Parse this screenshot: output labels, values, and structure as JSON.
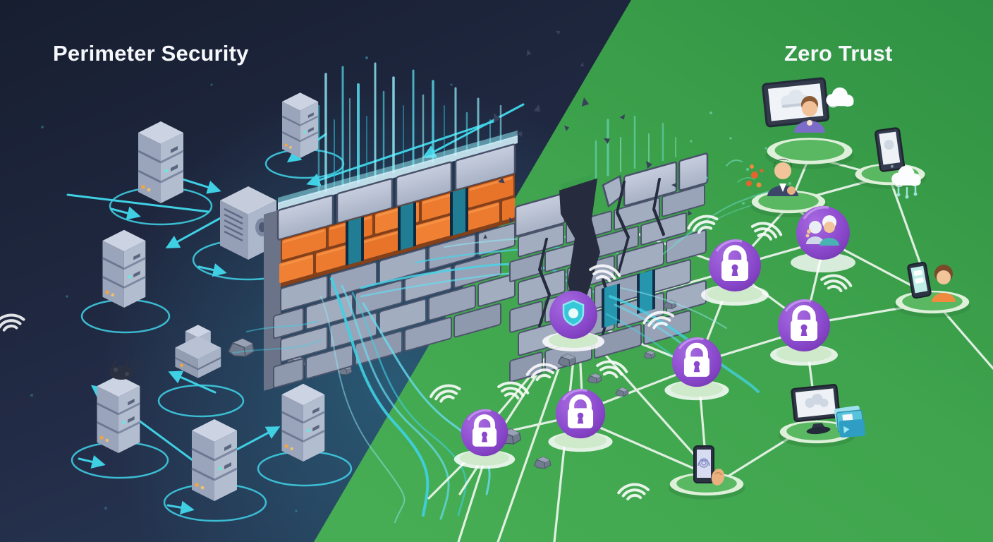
{
  "titles": {
    "left": "Perimeter Security",
    "right": "Zero Trust"
  },
  "colors": {
    "navy_bg": "#222b45",
    "navy_deep": "#171e30",
    "teal_glow": "#2e7b96",
    "green_bg": "#3fa44d",
    "green_dark": "#2f9143",
    "green_light": "#4bb258",
    "cyan": "#3fd0e4",
    "cyan_light": "#8feaf5",
    "white_line": "#eef6ee",
    "purple": "#8a49cc",
    "purple_light": "#a76ae0",
    "stone": "#a3adc0",
    "stone_dark": "#6a7388",
    "stone_light": "#d3dae8",
    "brick": "#ec7a2f",
    "brick_mortar": "#83401a",
    "platform_green": "#5ab862",
    "platform_ring": "#dff0da",
    "lock_glyph": "#ffffff",
    "title_text": "#f5f7fa",
    "spark_orange": "#e8622c"
  },
  "icons": [
    "padlock-icon",
    "shield-icon",
    "wifi-signal-icon",
    "server-rack-icon",
    "server-tower-icon",
    "firewall-wall",
    "broken-wall",
    "data-stream",
    "monitor-icon",
    "tablet-icon",
    "smartphone-icon",
    "fingerprint-icon",
    "cloud-icon",
    "folder-icon",
    "user-icon",
    "user-group-icon",
    "malware-icon",
    "rock-debris",
    "arrow-connector",
    "mesh-link"
  ],
  "scene": {
    "left": {
      "title": "Perimeter Security",
      "background": "dark navy",
      "elements": [
        "server-rack x6",
        "server-tower",
        "malware-infected-server",
        "cyan connection arrows",
        "cyan floor rings",
        "brick firewall wall with 3 openings",
        "glowing data streams passing through wall",
        "vertical light streaks above wall",
        "rocks"
      ]
    },
    "right": {
      "title": "Zero Trust",
      "background": "green",
      "elements": [
        "crumbling stone wall with debris",
        "white mesh network links",
        "padlock-node x5",
        "shield-node",
        "user-group-node",
        "businessman-node with breach sparks",
        "workstation-user-node with cloud",
        "tablet-cloud-node",
        "phone-user-node",
        "fingerprint-phone-node",
        "monitor-files-node",
        "wifi signal arcs",
        "data streams dispersing"
      ]
    }
  }
}
